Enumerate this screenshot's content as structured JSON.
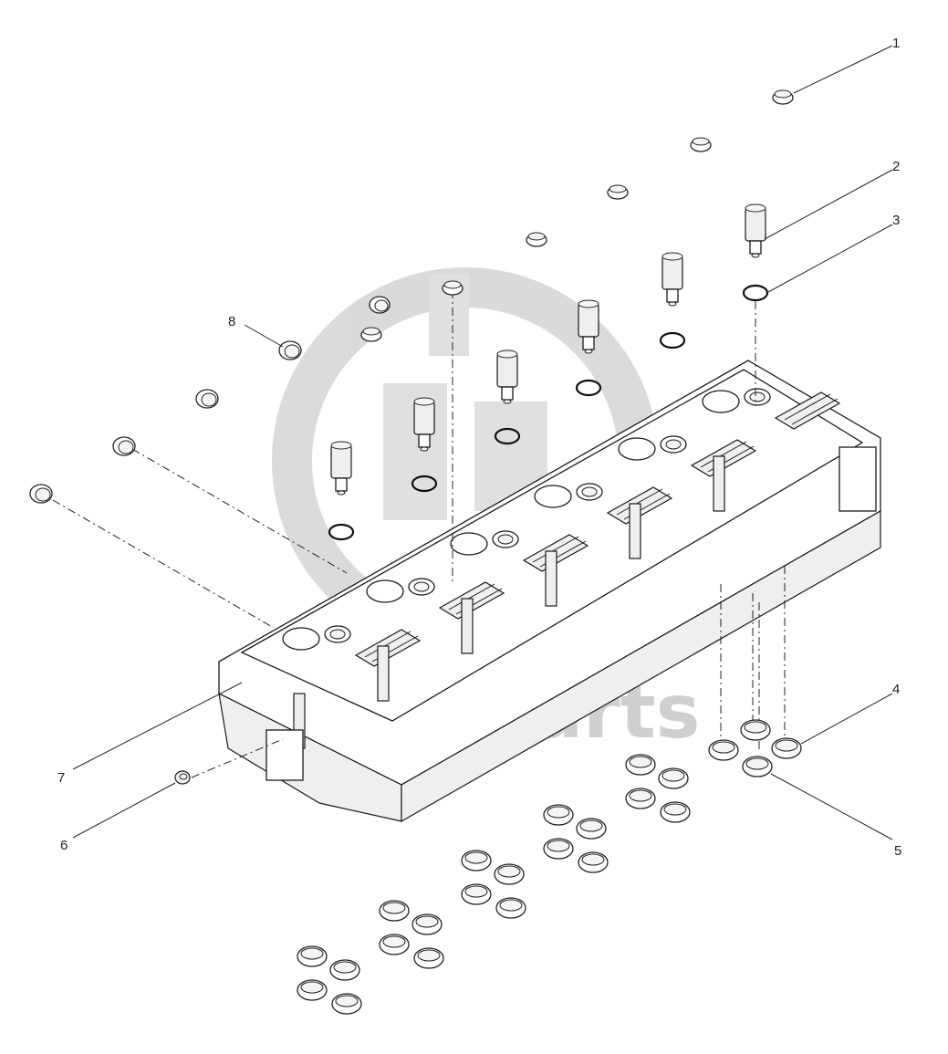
{
  "diagram": {
    "callouts": [
      {
        "id": "1",
        "label": "1"
      },
      {
        "id": "2",
        "label": "2"
      },
      {
        "id": "3",
        "label": "3"
      },
      {
        "id": "4",
        "label": "4"
      },
      {
        "id": "5",
        "label": "5"
      },
      {
        "id": "6",
        "label": "6"
      },
      {
        "id": "7",
        "label": "7"
      },
      {
        "id": "8",
        "label": "8"
      }
    ],
    "watermark": {
      "text": "parts",
      "color": "#cfcfcf"
    },
    "line_color": "#1a1a1a",
    "background": "#ffffff"
  }
}
